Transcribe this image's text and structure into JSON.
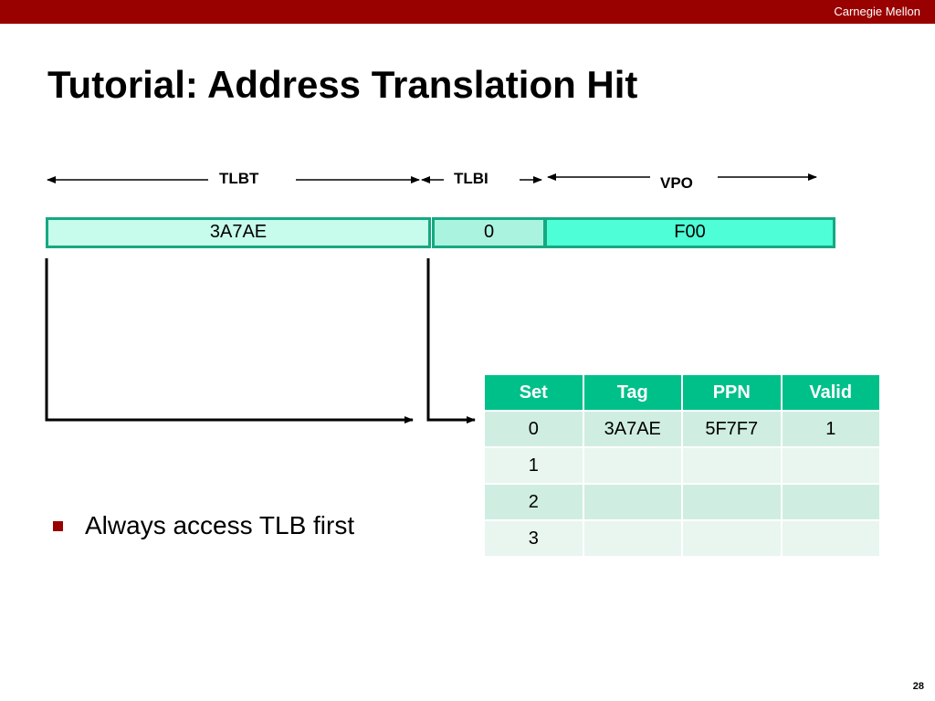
{
  "header": {
    "org": "Carnegie Mellon"
  },
  "slide": {
    "title": "Tutorial: Address Translation Hit",
    "page_number": "28"
  },
  "address": {
    "fields": [
      {
        "label": "TLBT",
        "value": "3A7AE"
      },
      {
        "label": "TLBI",
        "value": "0"
      },
      {
        "label": "VPO",
        "value": "F00"
      }
    ]
  },
  "tlb": {
    "headers": [
      "Set",
      "Tag",
      "PPN",
      "Valid"
    ],
    "rows": [
      [
        "0",
        "3A7AE",
        "5F7F7",
        "1"
      ],
      [
        "1",
        "",
        "",
        ""
      ],
      [
        "2",
        "",
        "",
        ""
      ],
      [
        "3",
        "",
        "",
        ""
      ]
    ]
  },
  "bullets": [
    "Always access TLB first"
  ],
  "colors": {
    "banner": "#990000",
    "segment_border": "#16a881",
    "tlbt_fill": "#c7fcec",
    "tlbi_fill": "#aaf3df",
    "vpo_fill": "#4dfed6",
    "table_header": "#00c08a",
    "table_row_odd": "#cfeee1",
    "table_row_even": "#e8f6ef"
  }
}
